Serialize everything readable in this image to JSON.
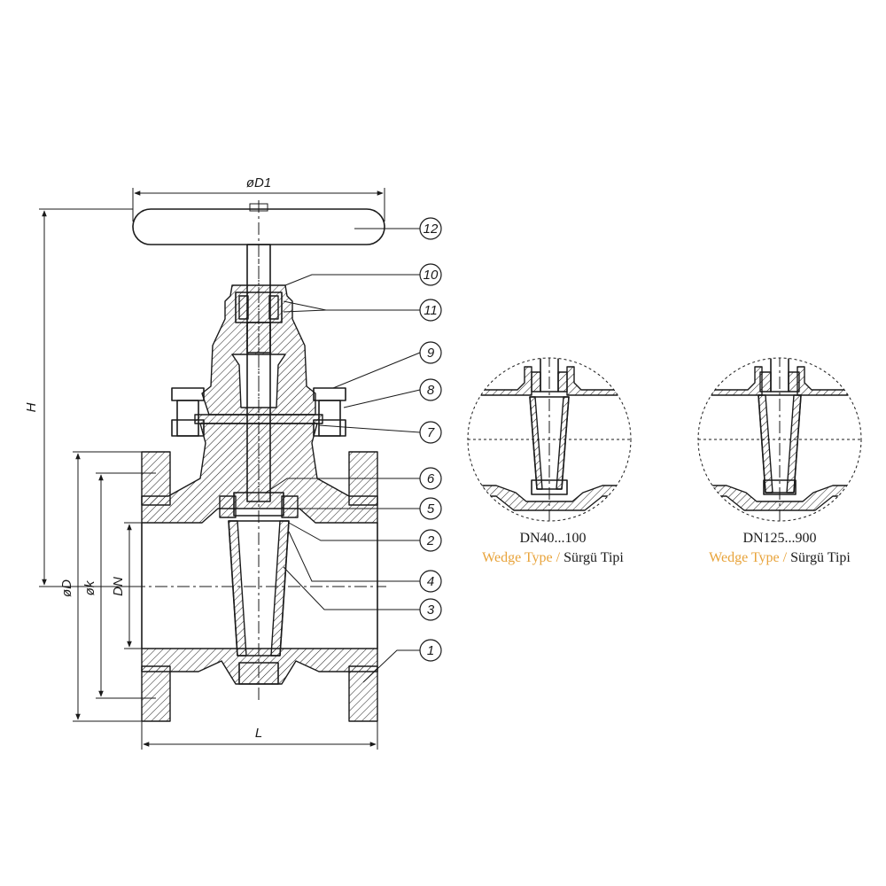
{
  "dimensions": {
    "d1": "øD1",
    "h": "H",
    "d": "øD",
    "k": "øk",
    "dn": "DN",
    "l": "L"
  },
  "callouts": [
    "1",
    "2",
    "3",
    "4",
    "5",
    "6",
    "7",
    "8",
    "9",
    "10",
    "11",
    "12"
  ],
  "details": [
    {
      "range": "DN40...100",
      "wedge_en": "Wedge Type",
      "separator": " / ",
      "wedge_tr": "Sürgü Tipi"
    },
    {
      "range": "DN125...900",
      "wedge_en": "Wedge Type",
      "separator": " / ",
      "wedge_tr": "Sürgü Tipi"
    }
  ],
  "colors": {
    "line": "#1a1a1a",
    "accent": "#e8a33a"
  }
}
